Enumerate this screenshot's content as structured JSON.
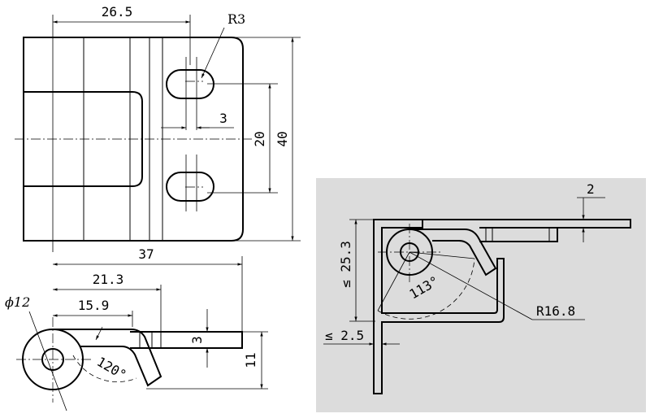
{
  "front_view": {
    "dim_width_top": "26.5",
    "dim_radius": "R3",
    "dim_slot_width": "3",
    "dim_slot_spacing": "20",
    "dim_height": "40"
  },
  "side_view": {
    "dim_total": "37",
    "dim_213": "21.3",
    "dim_159": "15.9",
    "dim_diameter": "ϕ12",
    "dim_angle": "120°",
    "dim_thickness": "3",
    "dim_height": "11"
  },
  "detail_view": {
    "background": "#dcdcdc",
    "dim_thickness": "2",
    "dim_253": "≤ 25.3",
    "dim_angle": "113°",
    "dim_radius": "R16.8",
    "dim_25": "≤ 2.5"
  }
}
